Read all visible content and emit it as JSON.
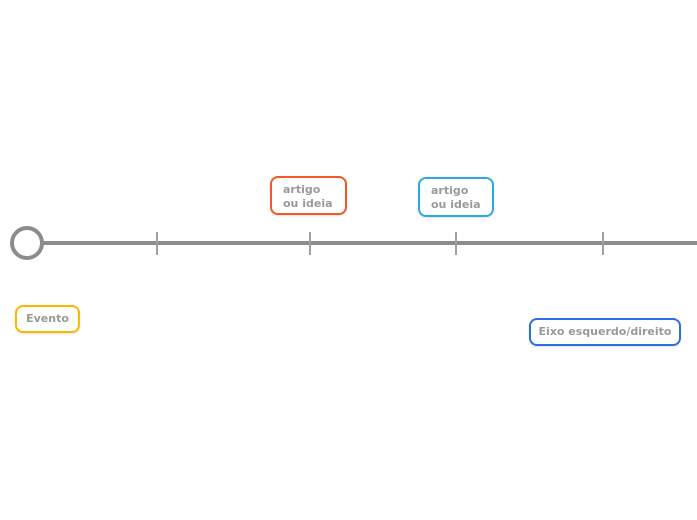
{
  "canvas": {
    "background_color": "#ffffff",
    "text_color": "#999999"
  },
  "timeline": {
    "line_color": "#8c8c8c",
    "tick_color": "#a0a0a0",
    "tick_count": 4,
    "start_circle": {
      "stroke_color": "#8c8c8c",
      "fill_color": "#ffffff"
    }
  },
  "topics": {
    "artigo_1": {
      "label": "artigo\nou ideia",
      "border_color": "#f15a24",
      "position": "above-line"
    },
    "artigo_2": {
      "label": "artigo\nou ideia",
      "border_color": "#29abe2",
      "position": "above-line"
    },
    "evento": {
      "label": "Evento",
      "border_color": "#fcb900",
      "position": "below-line"
    },
    "eixo": {
      "label": "Eixo esquerdo/direito",
      "border_color": "#2b6fe0",
      "position": "below-line"
    }
  }
}
